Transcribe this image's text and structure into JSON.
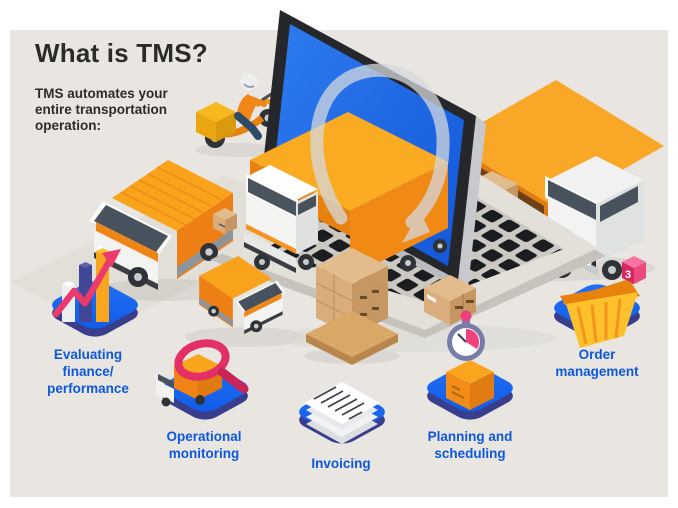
{
  "page": {
    "background": "#ffffff",
    "panel_background": "#e9e6e1"
  },
  "header": {
    "title": "What is TMS?",
    "subtitle": "TMS automates your\nentire transportation\noperation:"
  },
  "features": [
    {
      "id": "finance",
      "label": "Evaluating\nfinance/\nperformance",
      "icon": "bar-chart-growth-icon"
    },
    {
      "id": "monitoring",
      "label": "Operational\nmonitoring",
      "icon": "truck-magnifier-icon"
    },
    {
      "id": "invoicing",
      "label": "Invoicing",
      "icon": "invoice-stack-icon"
    },
    {
      "id": "planning",
      "label": "Planning and\nscheduling",
      "icon": "stopwatch-parcel-icon"
    },
    {
      "id": "orders",
      "label": "Order\nmanagement",
      "icon": "shopping-basket-icon"
    }
  ],
  "illustration": {
    "description": "Isometric laptop with a delivery truck driving out of the screen, surrounded by orange delivery vans, a semi truck, courier scooter, pallets and parcels",
    "order_badge_count": "3",
    "colors": {
      "accent_orange": "#f6921e",
      "tile_blue": "#1667f2",
      "tile_side_navy": "#383d8c",
      "label_blue": "#0d57df",
      "pink": "#e8336e",
      "screen_blue": "#1b6bef"
    }
  }
}
